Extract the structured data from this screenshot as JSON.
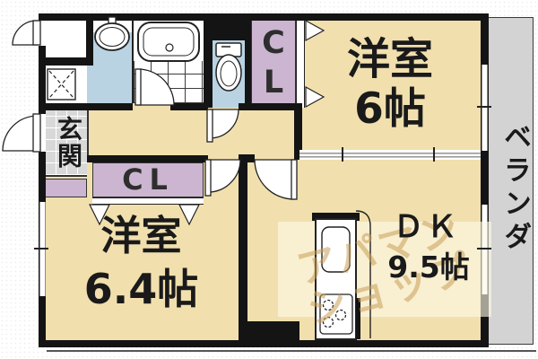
{
  "rooms": {
    "western_top": {
      "name": "洋室",
      "size": "6帖"
    },
    "western_bottom": {
      "name": "洋室",
      "size": "6.4帖"
    },
    "dining_kitchen": {
      "name": "ＤＫ",
      "size": "9.5帖"
    },
    "entrance": {
      "label": "玄関"
    },
    "veranda": {
      "label": "ベランダ"
    },
    "closet_upper": {
      "line1": "C",
      "line2": "L"
    },
    "closet_lower": {
      "label": "CL"
    }
  },
  "watermark": {
    "line1": "アパマン",
    "line2": "ショップ"
  },
  "colors": {
    "room_cream": "#f1e0ae",
    "closet_purple": "#cbb5d0",
    "wet_area_blue": "#b9d3e3",
    "veranda_gray": "#d3d3d3",
    "entrance_gray": "#d8d8d8",
    "wall_black": "#141414",
    "watermark_tan": "#c8a05a"
  }
}
